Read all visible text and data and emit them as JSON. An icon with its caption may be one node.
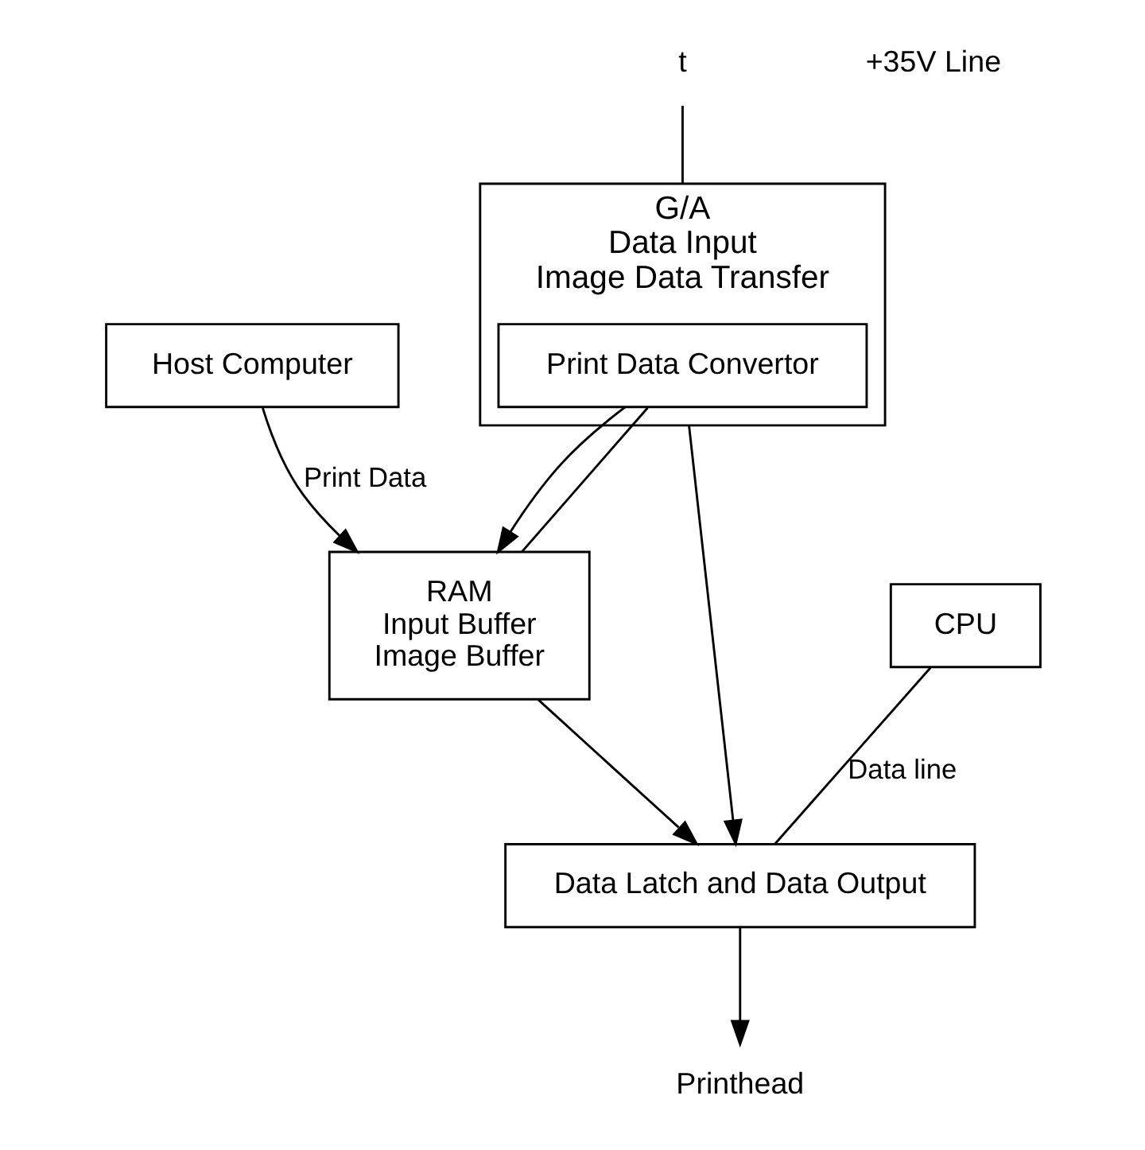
{
  "diagram": {
    "nodes": [
      {
        "text": [
          "Host Computer"
        ]
      },
      {
        "text": [
          "G/A",
          "Data Input",
          "Image Data Transfer"
        ]
      },
      {
        "text": [
          "Print Data Convertor"
        ],
        "in": 1
      },
      {
        "text": [
          "RAM",
          "Input Buffer",
          "Image Buffer"
        ]
      },
      {
        "text": [
          "CPU"
        ]
      },
      {
        "text": [
          "Data Latch and Data Output"
        ]
      },
      {
        "text": [
          "Printhead"
        ]
      },
      {
        "text": [
          "t"
        ]
      }
    ],
    "edges": [
      {
        "from": 0,
        "to": 3,
        "arrow": "to",
        "label": "Print Data"
      },
      {
        "from": 3,
        "to": 2,
        "arrow": "none"
      },
      {
        "from": 2,
        "to": 3,
        "arrow": "to"
      },
      {
        "from": 3,
        "to": 5,
        "arrow": "to"
      },
      {
        "from": 1,
        "to": 5,
        "arrow": "to"
      },
      {
        "from": 4,
        "to": 5,
        "arrow": "none",
        "label": "Data line"
      },
      {
        "from": 5,
        "to": 6,
        "arrow": "to"
      },
      {
        "from": 7,
        "to": 1,
        "arrow": "none"
      }
    ],
    "labels": [
      "+35V Line"
    ]
  }
}
